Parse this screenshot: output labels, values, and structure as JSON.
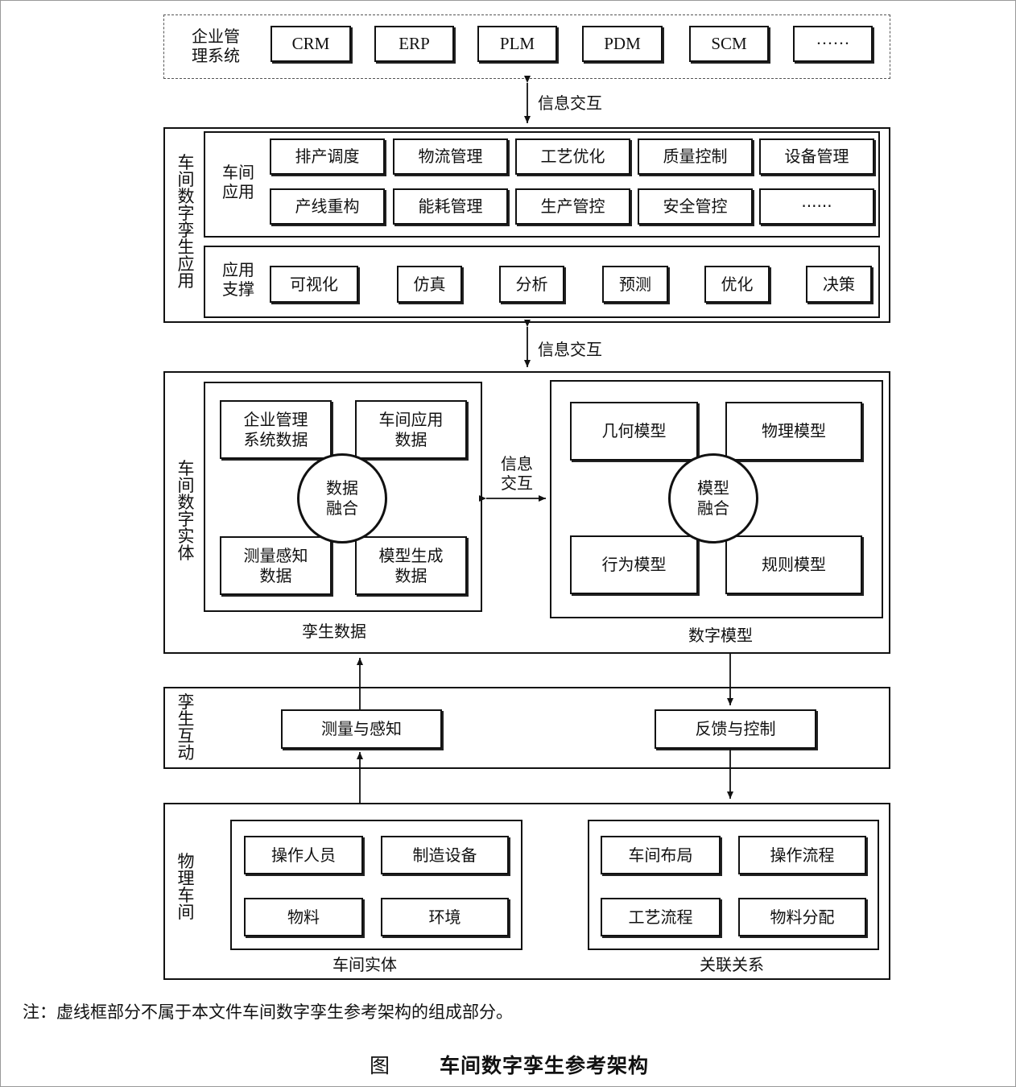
{
  "top": {
    "label": "企业管\n理系统",
    "items": [
      "CRM",
      "ERP",
      "PLM",
      "PDM",
      "SCM",
      "······"
    ]
  },
  "info_exchange_label": "信息交互",
  "app": {
    "side_label": "车间数字孪生应用",
    "workshop_label": "车间\n应用",
    "workshop_row1": [
      "排产调度",
      "物流管理",
      "工艺优化",
      "质量控制",
      "设备管理"
    ],
    "workshop_row2": [
      "产线重构",
      "能耗管理",
      "生产管控",
      "安全管控",
      "······"
    ],
    "support_label": "应用\n支撑",
    "support_items": [
      "可视化",
      "仿真",
      "分析",
      "预测",
      "优化",
      "决策"
    ]
  },
  "entity": {
    "side_label": "车间数字实体",
    "twin_data": {
      "caption": "孪生数据",
      "items": [
        "企业管理\n系统数据",
        "车间应用\n数据",
        "测量感知\n数据",
        "模型生成\n数据"
      ],
      "center": "数据\n融合"
    },
    "exchange_label": "信息\n交互",
    "digital_model": {
      "caption": "数字模型",
      "items": [
        "几何模型",
        "物理模型",
        "行为模型",
        "规则模型"
      ],
      "center": "模型\n融合"
    }
  },
  "interaction": {
    "side_label": "孪生互动",
    "measure": "测量与感知",
    "feedback": "反馈与控制"
  },
  "physical": {
    "side_label": "物理车间",
    "entity_caption": "车间实体",
    "entity_items": [
      "操作人员",
      "制造设备",
      "物料",
      "环境"
    ],
    "relation_caption": "关联关系",
    "relation_items": [
      "车间布局",
      "操作流程",
      "工艺流程",
      "物料分配"
    ]
  },
  "note": "注：虚线框部分不属于本文件车间数字孪生参考架构的组成部分。",
  "figure": {
    "prefix": "图",
    "title": "车间数字孪生参考架构"
  }
}
